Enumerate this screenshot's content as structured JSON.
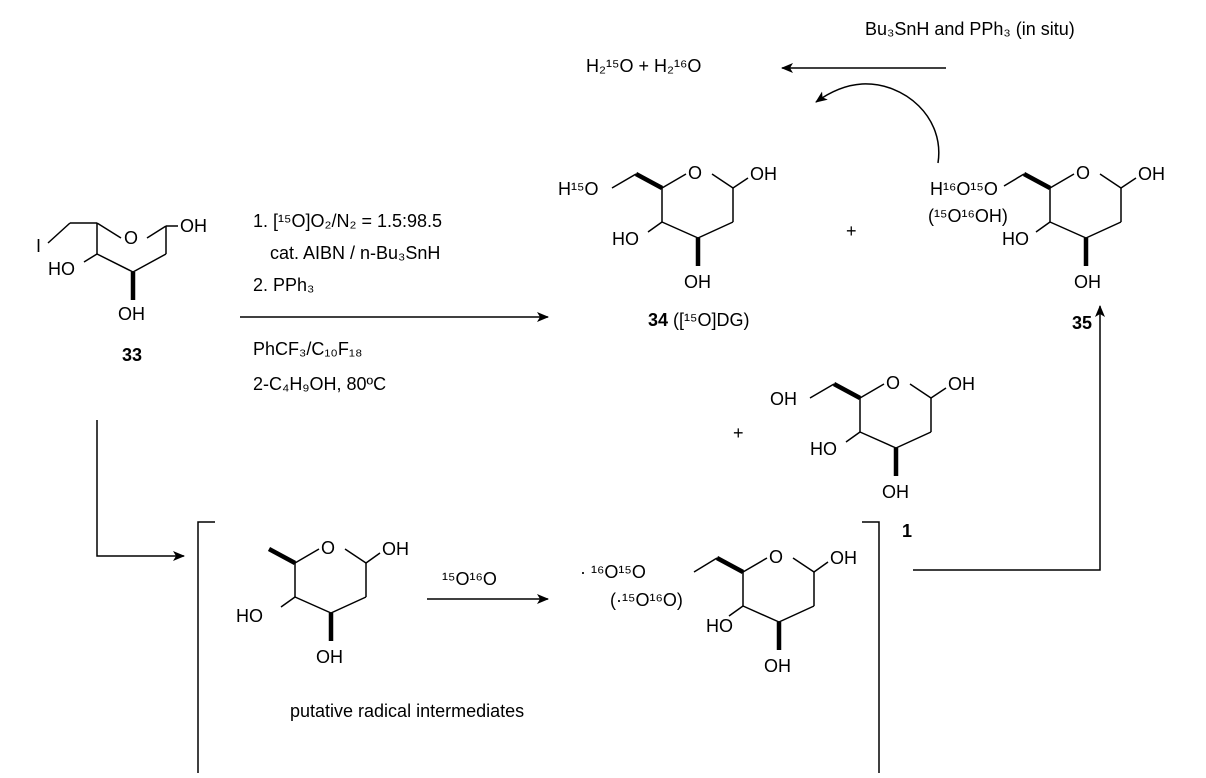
{
  "reagents": {
    "recycle_top": "Bu₃SnH and PPh₃ (in situ)",
    "water": "H₂¹⁵O + H₂¹⁶O",
    "step1": "1. [¹⁵O]O₂/N₂ = 1.5:98.5",
    "step1b": "cat. AIBN / n-Bu₃SnH",
    "step2": "2. PPh₃",
    "solvent": "PhCF₃/C₁₀F₁₈",
    "conditions": "2-C₄H₉OH, 80ºC",
    "oxygen_reagent": "¹⁵O¹⁶O",
    "bracket_caption": "putative radical intermediates"
  },
  "plus_sign": "+",
  "compounds": {
    "c33": {
      "label": "33",
      "atoms": [
        "I",
        "O",
        "OH",
        "HO",
        "OH"
      ]
    },
    "c34": {
      "label": "34",
      "label_suffix": " ([¹⁵O]DG)",
      "atoms": [
        "H¹⁵O",
        "O",
        "OH",
        "HO",
        "OH"
      ]
    },
    "c35": {
      "label": "35",
      "atoms": [
        "H¹⁶O¹⁵O",
        "(¹⁵O¹⁶OH)",
        "O",
        "OH",
        "HO",
        "OH"
      ]
    },
    "c1": {
      "label": "1",
      "atoms": [
        "OH",
        "O",
        "OH",
        "HO",
        "OH"
      ]
    },
    "radical_a": {
      "atoms": [
        "O",
        "OH",
        "HO",
        "OH"
      ]
    },
    "radical_b": {
      "atoms": [
        "· ¹⁶O¹⁵O",
        "(·¹⁵O¹⁶O)",
        "O",
        "OH",
        "HO",
        "OH"
      ]
    }
  }
}
